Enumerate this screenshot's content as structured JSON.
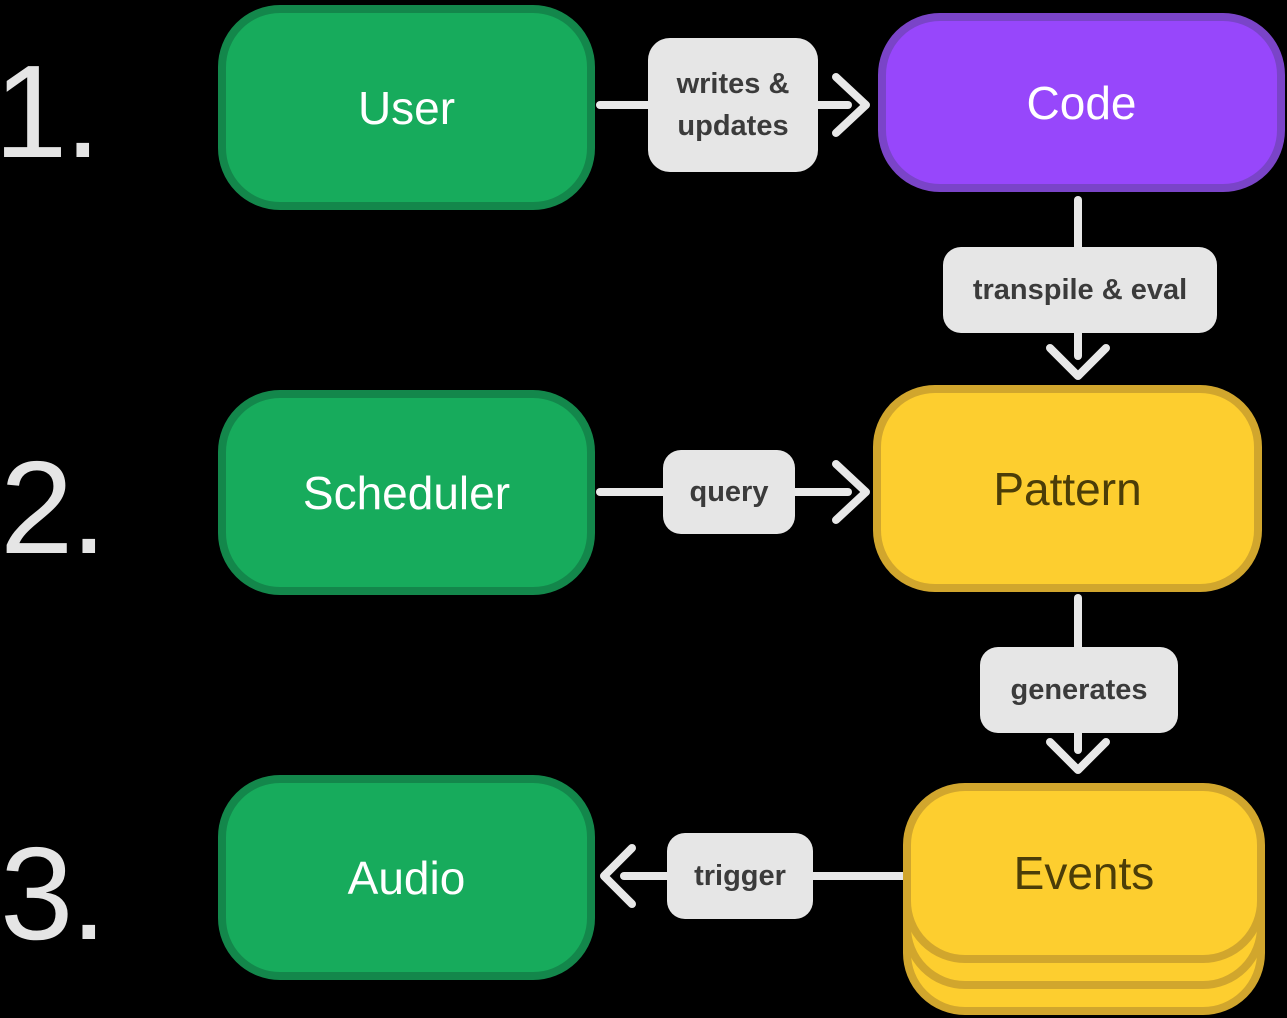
{
  "diagram": {
    "title": "pattern-evaluation-flow",
    "steps": [
      {
        "number": "1.",
        "source": {
          "id": "user",
          "label": "User",
          "color": "green"
        },
        "edge": {
          "id": "writes-updates",
          "label": "writes & updates",
          "direction": "right"
        },
        "target": {
          "id": "code",
          "label": "Code",
          "color": "purple"
        }
      },
      {
        "number": "2.",
        "source": {
          "id": "scheduler",
          "label": "Scheduler",
          "color": "green"
        },
        "edge": {
          "id": "query",
          "label": "query",
          "direction": "right"
        },
        "target": {
          "id": "pattern",
          "label": "Pattern",
          "color": "yellow"
        }
      },
      {
        "number": "3.",
        "source": {
          "id": "audio",
          "label": "Audio",
          "color": "green"
        },
        "edge": {
          "id": "trigger",
          "label": "trigger",
          "direction": "left"
        },
        "target": {
          "id": "events",
          "label": "Events",
          "color": "yellow",
          "stacked": true
        }
      }
    ],
    "vertical_edges": [
      {
        "id": "transpile-eval",
        "label": "transpile & eval",
        "from": "code",
        "to": "pattern"
      },
      {
        "id": "generates",
        "label": "generates",
        "from": "pattern",
        "to": "events"
      }
    ],
    "colors": {
      "background": "#000000",
      "green-fill": "#17ab5c",
      "green-border": "#13874b",
      "purple-fill": "#9747fb",
      "purple-border": "#7a44c8",
      "yellow-fill": "#fdce2f",
      "yellow-border": "#d1a62d",
      "yellow-text": "#4b3d08",
      "label-bg": "#e6e6e6",
      "label-text": "#3b3b3b",
      "arrow": "#e8e8e8",
      "number-text": "#e5e5e5"
    }
  }
}
